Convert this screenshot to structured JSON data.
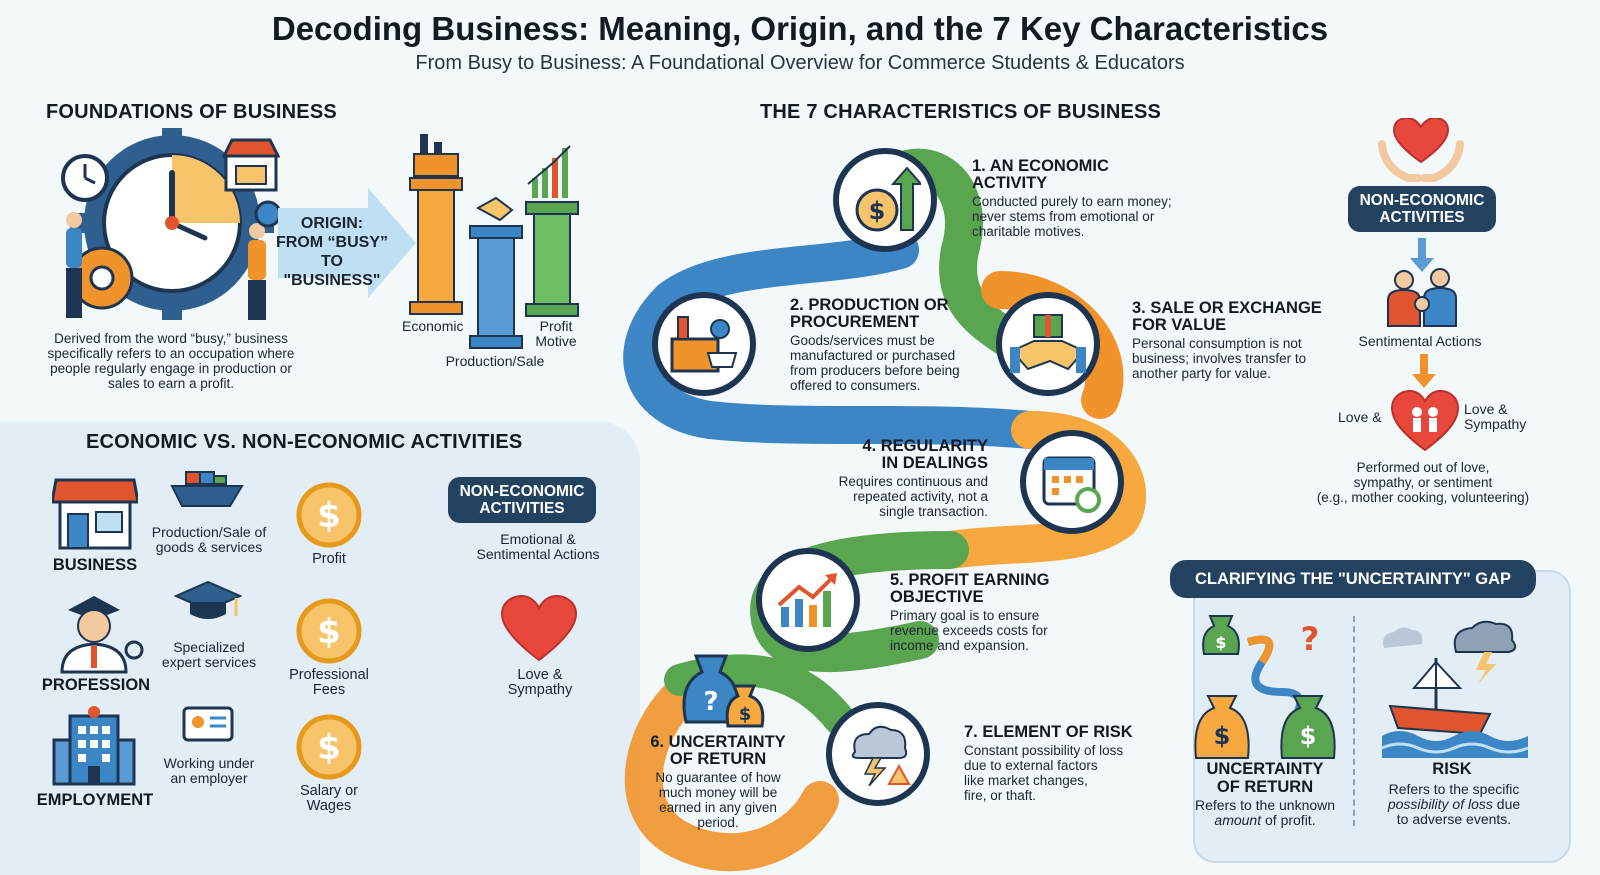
{
  "header": {
    "title": "Decoding Business: Meaning, Origin, and the 7 Key Characteristics",
    "subtitle": "From Busy to Business: A Foundational Overview for Commerce Students & Educators"
  },
  "foundations": {
    "heading": "FOUNDATIONS OF BUSINESS",
    "origin_label": "ORIGIN:\nFROM “BUSY”\nTO \"BUSINESS\"",
    "description": "Derived from the word “busy,” business specifically refers to an occupation where people regularly engage in production or sales to earn a profit.",
    "pillars": {
      "economic": "Economic",
      "production": "Production/Sale",
      "profit": "Profit\nMotive"
    },
    "colors": {
      "orange": "#f0932b",
      "blue": "#3d86c6",
      "green": "#5aa650"
    }
  },
  "econ_vs": {
    "heading": "ECONOMIC VS. NON-ECONOMIC ACTIVITIES",
    "rows": [
      {
        "name": "BUSINESS",
        "desc": "Production/Sale of\ngoods & services",
        "reward": "Profit"
      },
      {
        "name": "PROFESSION",
        "desc": "Specialized\nexpert services",
        "reward": "Professional\nFees"
      },
      {
        "name": "EMPLOYMENT",
        "desc": "Working under\nan employer",
        "reward": "Salary or\nWages"
      }
    ],
    "non_economic_pill": "NON-ECONOMIC\nACTIVITIES",
    "non_economic_desc": "Emotional &\nSentimental Actions",
    "love_label": "Love &\nSympathy"
  },
  "characteristics": {
    "heading": "THE 7 CHARACTERISTICS OF BUSINESS",
    "items": [
      {
        "title": "1. AN ECONOMIC\nACTIVITY",
        "desc": "Conducted purely to earn money;\nnever stems from emotional or\ncharitable motives."
      },
      {
        "title": "2. PRODUCTION OR\nPROCUREMENT",
        "desc": "Goods/services must be\nmanufactured or purchased\nfrom producers before being\noffered to consumers."
      },
      {
        "title": "3. SALE OR EXCHANGE\nFOR VALUE",
        "desc": "Personal consumption is not\nbusiness; involves transfer to\nanother party for value."
      },
      {
        "title": "4. REGULARITY\nIN DEALINGS",
        "desc": "Requires continuous and\nrepeated activity, not a\nsingle transaction."
      },
      {
        "title": "5. PROFIT EARNING\nOBJECTIVE",
        "desc": "Primary goal is to ensure\nrevenue exceeds costs for\nincome and expansion."
      },
      {
        "title": "6. UNCERTAINTY\nOF RETURN",
        "desc": "No guarantee of how\nmuch money will be\nearned in any given\nperiod."
      },
      {
        "title": "7. ELEMENT OF RISK",
        "desc": "Constant possibility of loss\ndue to external factors\nlike market changes,\nfire, or thaft."
      }
    ]
  },
  "right_panel": {
    "pill": "NON-ECONOMIC\nACTIVITIES",
    "sentimental": "Sentimental Actions",
    "love_left": "Love &",
    "love_right": "Love &\nSympathy",
    "description": "Performed out of love,\nsympathy, or sentiment\n(e.g., mother cooking, volunteering)"
  },
  "uncertainty_gap": {
    "heading": "CLARIFYING THE \"UNCERTAINTY\" GAP",
    "left_title": "UNCERTAINTY\nOF RETURN",
    "left_desc_1": "Refers to the unknown",
    "left_desc_em": "amount",
    "left_desc_2": "of profit.",
    "right_title": "RISK",
    "right_desc_1": "Refers to the specific",
    "right_desc_em": "possibility of loss",
    "right_desc_2": "due\nto adverse events."
  },
  "icons": [
    "clock-gear-icon",
    "shop-icon",
    "arrow-right-icon",
    "factory-icon",
    "handshake-icon",
    "growth-chart-icon",
    "storefront-icon",
    "ship-icon",
    "dollar-coin-icon",
    "doctor-icon",
    "graduation-cap-icon",
    "office-building-icon",
    "id-card-icon",
    "heart-icon",
    "calendar-icon",
    "money-bag-icon",
    "storm-cloud-icon",
    "gift-icon",
    "family-icon",
    "hands-heart-icon",
    "sinking-ship-icon"
  ]
}
